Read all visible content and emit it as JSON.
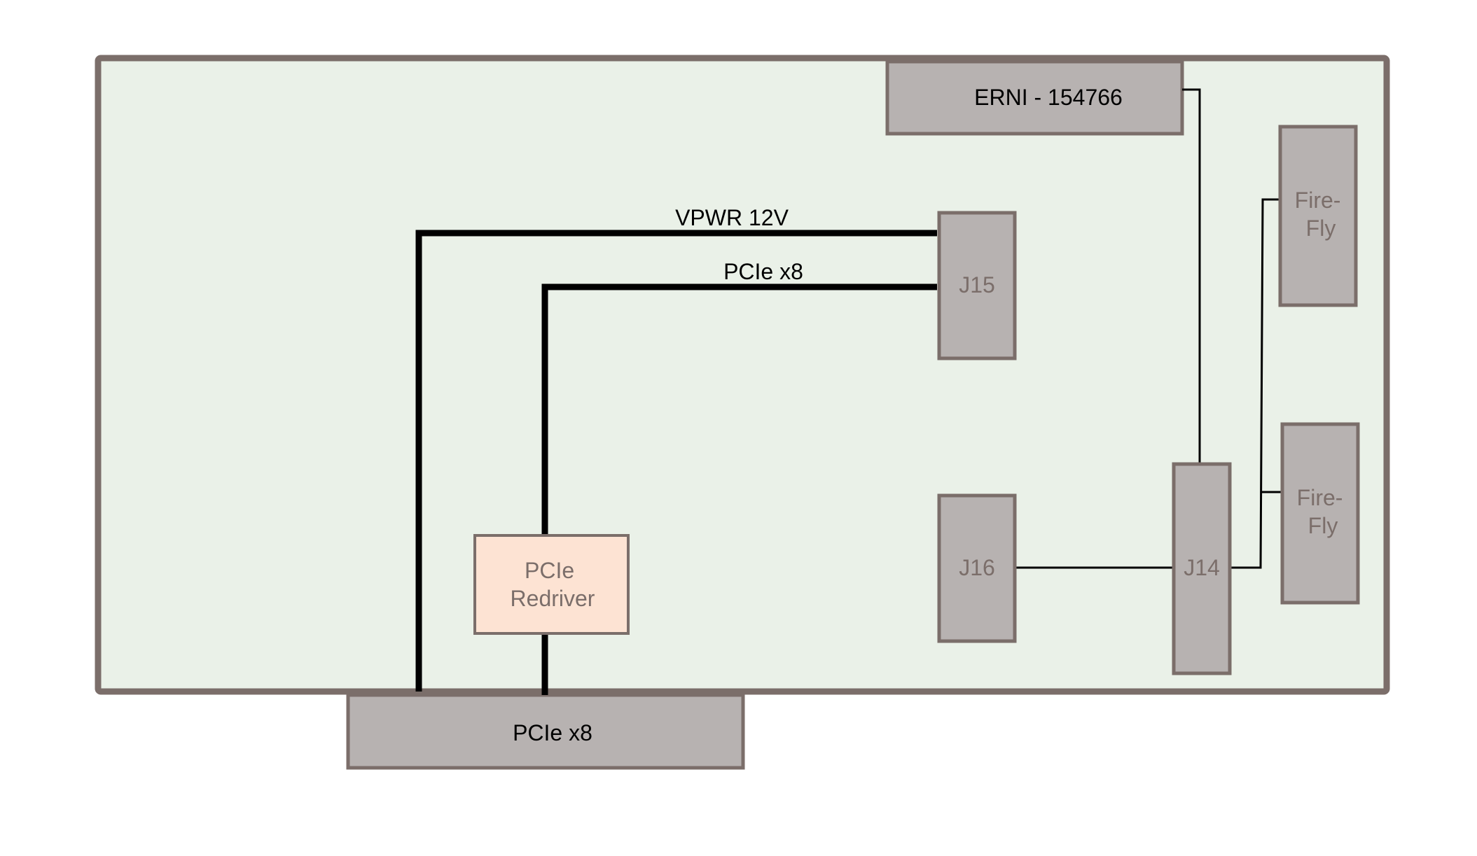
{
  "colors": {
    "board_fill": "#eaf1e8",
    "board_stroke": "#7b6e6a",
    "connector_fill": "#b7b2b1",
    "connector_stroke": "#7b6e6a",
    "redriver_fill": "#fde3d3",
    "wire": "#000000",
    "label_dark": "#000000",
    "label_muted": "#7b6e6a"
  },
  "components": {
    "erni": "ERNI - 154766",
    "j15": "J15",
    "j16": "J16",
    "j14": "J14",
    "firefly_top": [
      "Fire-",
      "Fly"
    ],
    "firefly_bottom": [
      "Fire-",
      "Fly"
    ],
    "redriver": [
      "PCIe",
      "Redriver"
    ],
    "edge_connector": "PCIe x8"
  },
  "signals": {
    "vpwr": "VPWR 12V",
    "pcie": "PCIe x8"
  }
}
